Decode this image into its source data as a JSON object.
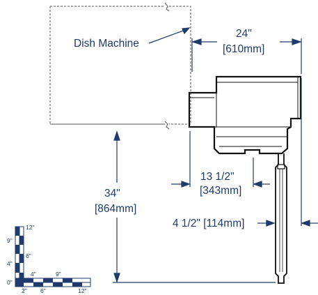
{
  "labels": {
    "machine": "Dish Machine",
    "width_in": "24\"",
    "width_mm": "[610mm]",
    "offset_in": "13 1/2\"",
    "offset_mm": "[343mm]",
    "height_in": "34\"",
    "height_mm": "[864mm]",
    "drain_offset": "4 1/2\" [114mm]"
  },
  "scale": {
    "vertical": [
      "12\"",
      "9\"",
      "6\"",
      "4\"",
      "0\""
    ],
    "horizontal": [
      "2\"",
      "4\"",
      "6\"",
      "9\"",
      "12\""
    ]
  },
  "colors": {
    "ink": "#1f3a6b",
    "outline": "#111111",
    "dashed": "#555555"
  }
}
